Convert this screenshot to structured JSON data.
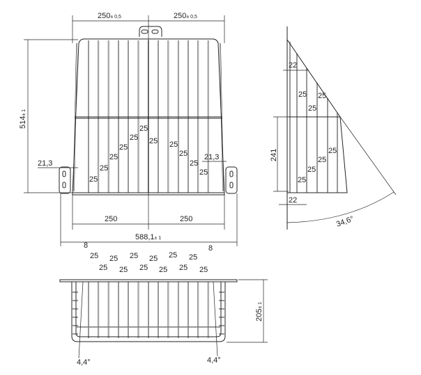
{
  "front_view": {
    "top_left_dim": "250",
    "top_right_dim": "250",
    "tolerance_half": "± 0,5",
    "height_dim": "514",
    "height_tol": "± 1",
    "left_offset": "21,3",
    "right_offset": "21,3",
    "bottom_left_dim": "250",
    "bottom_right_dim": "250",
    "overall_width": "588,1",
    "overall_tol": "± 1",
    "spacing": [
      "25",
      "25",
      "25",
      "25",
      "25",
      "25",
      "25",
      "25",
      "25",
      "25",
      "25"
    ]
  },
  "side_view": {
    "top_offset": "22",
    "bottom_offset": "22",
    "height_dim": "241",
    "angle": "34,6°",
    "spacing": [
      "25",
      "25",
      "25",
      "25",
      "25",
      "25",
      "25"
    ]
  },
  "bottom_view": {
    "left_offset": "8",
    "right_offset": "8",
    "depth_dim": "205",
    "depth_tol": "± 1",
    "left_angle": "4,4°",
    "right_angle": "4,4°",
    "spacing": [
      "25",
      "25",
      "25",
      "25",
      "25",
      "25",
      "25",
      "25",
      "25",
      "25",
      "25",
      "25"
    ]
  }
}
